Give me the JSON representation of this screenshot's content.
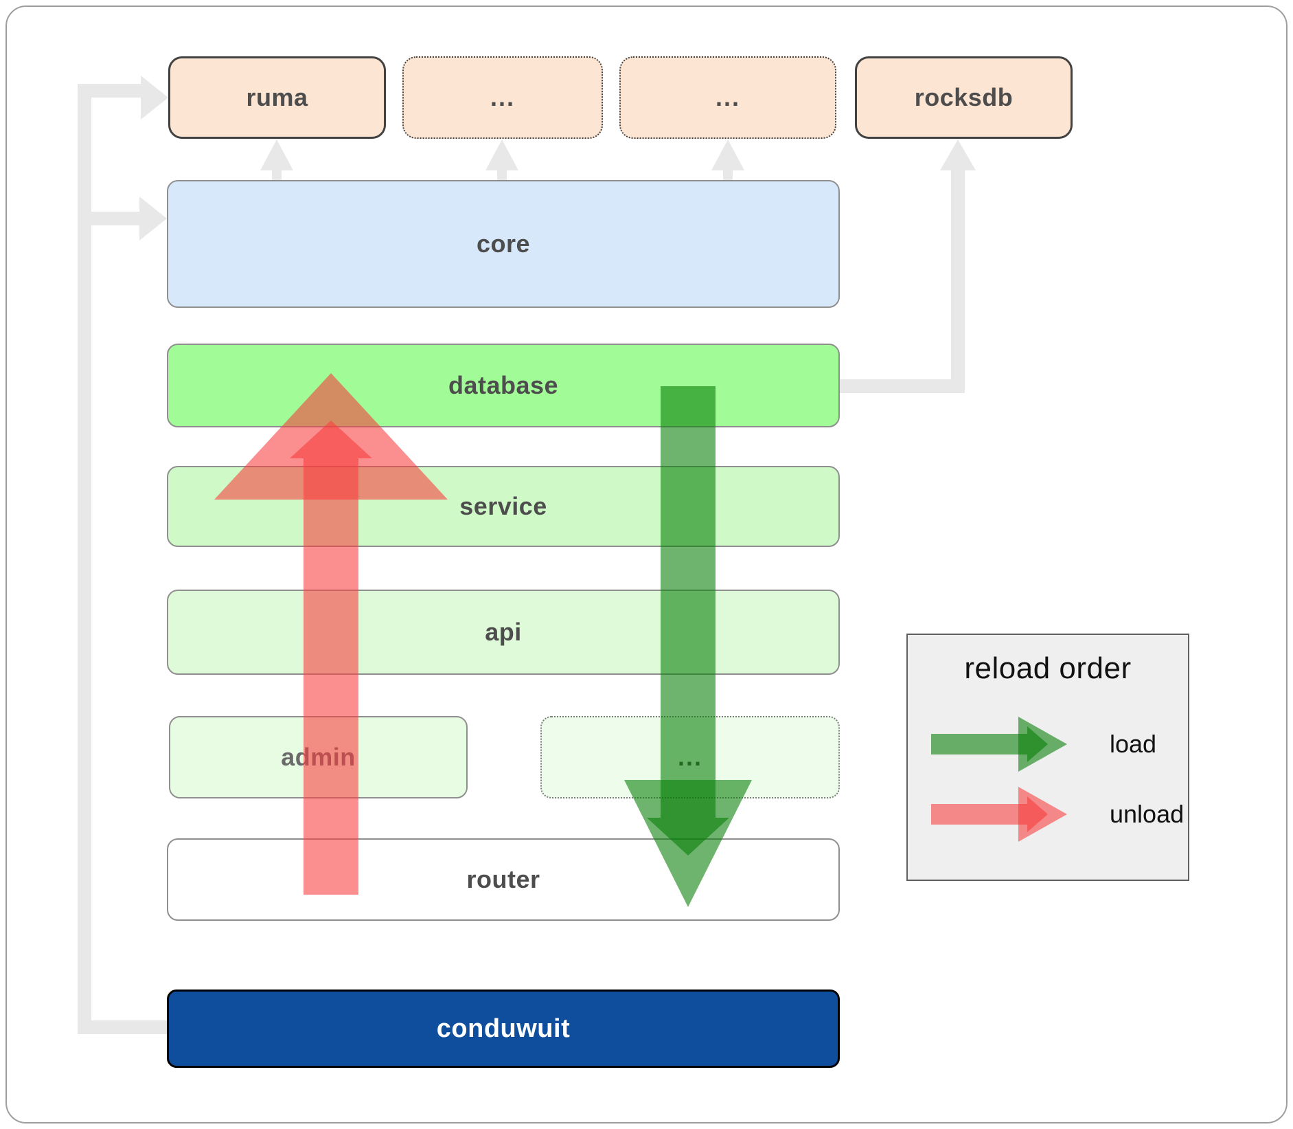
{
  "nodes": {
    "ruma": "ruma",
    "ext1": "...",
    "ext2": "...",
    "rocksdb": "rocksdb",
    "core": "core",
    "database": "database",
    "service": "service",
    "api": "api",
    "admin": "admin",
    "ext3": "...",
    "router": "router",
    "conduwuit": "conduwuit"
  },
  "legend": {
    "title": "reload order",
    "load_label": "load",
    "unload_label": "unload"
  },
  "icons": {
    "load_arrow": "green-block-arrow-right",
    "unload_arrow": "red-block-arrow-right",
    "connector": "gray-elbow-arrow"
  },
  "colors": {
    "peach_fill": "#fce5d3",
    "blue_fill": "#d7e8fa",
    "green_bright": "#a1fb97",
    "green_light": "#cffac8",
    "green_lighter": "#defad8",
    "green_faint": "#e8fce3",
    "green_faintest": "#eefdeb",
    "navy_fill": "#0f4e9d",
    "load_arrow": "#067d06",
    "unload_arrow": "#f83c3c",
    "connector_gray": "#e8e8e8",
    "legend_bg": "#efefef"
  }
}
